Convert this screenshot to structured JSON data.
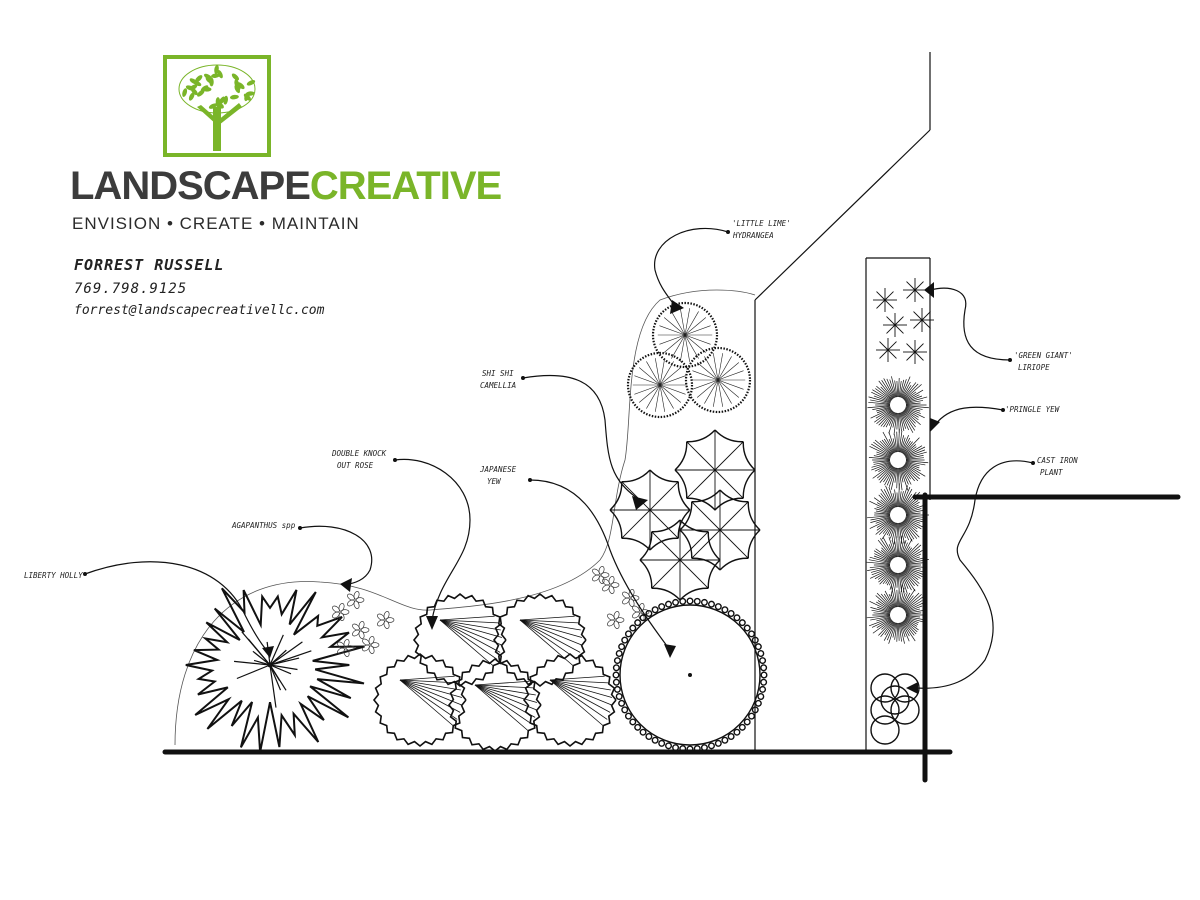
{
  "brand": {
    "name_part1": "LANDSCAPE",
    "name_part2": "CREATIVE",
    "tagline": "ENVISION • CREATE • MAINTAIN",
    "logo_icon": "tree-icon",
    "colors": {
      "green": "#7ab529",
      "dark": "#3c3c3c"
    }
  },
  "contact": {
    "name": "FORREST RUSSELL",
    "phone": "769.798.9125",
    "email": "forrest@landscapecreativellc.com"
  },
  "labels": {
    "little_lime_1": "'LITTLE LIME'",
    "little_lime_2": "HYDRANGEA",
    "shi_shi_1": "SHI SHI",
    "shi_shi_2": "CAMELLIA",
    "green_giant_1": "'GREEN GIANT'",
    "green_giant_2": "LIRIOPE",
    "pringle_yew": "'PRINGLE YEW",
    "cast_iron_1": "CAST IRON",
    "cast_iron_2": "PLANT",
    "double_knock_1": "DOUBLE KNOCK",
    "double_knock_2": "OUT ROSE",
    "japanese_yew_1": "JAPANESE",
    "japanese_yew_2": "YEW",
    "agapanthus": "AGAPANTHUS spp",
    "liberty_holly": "LIBERTY HOLLY"
  }
}
